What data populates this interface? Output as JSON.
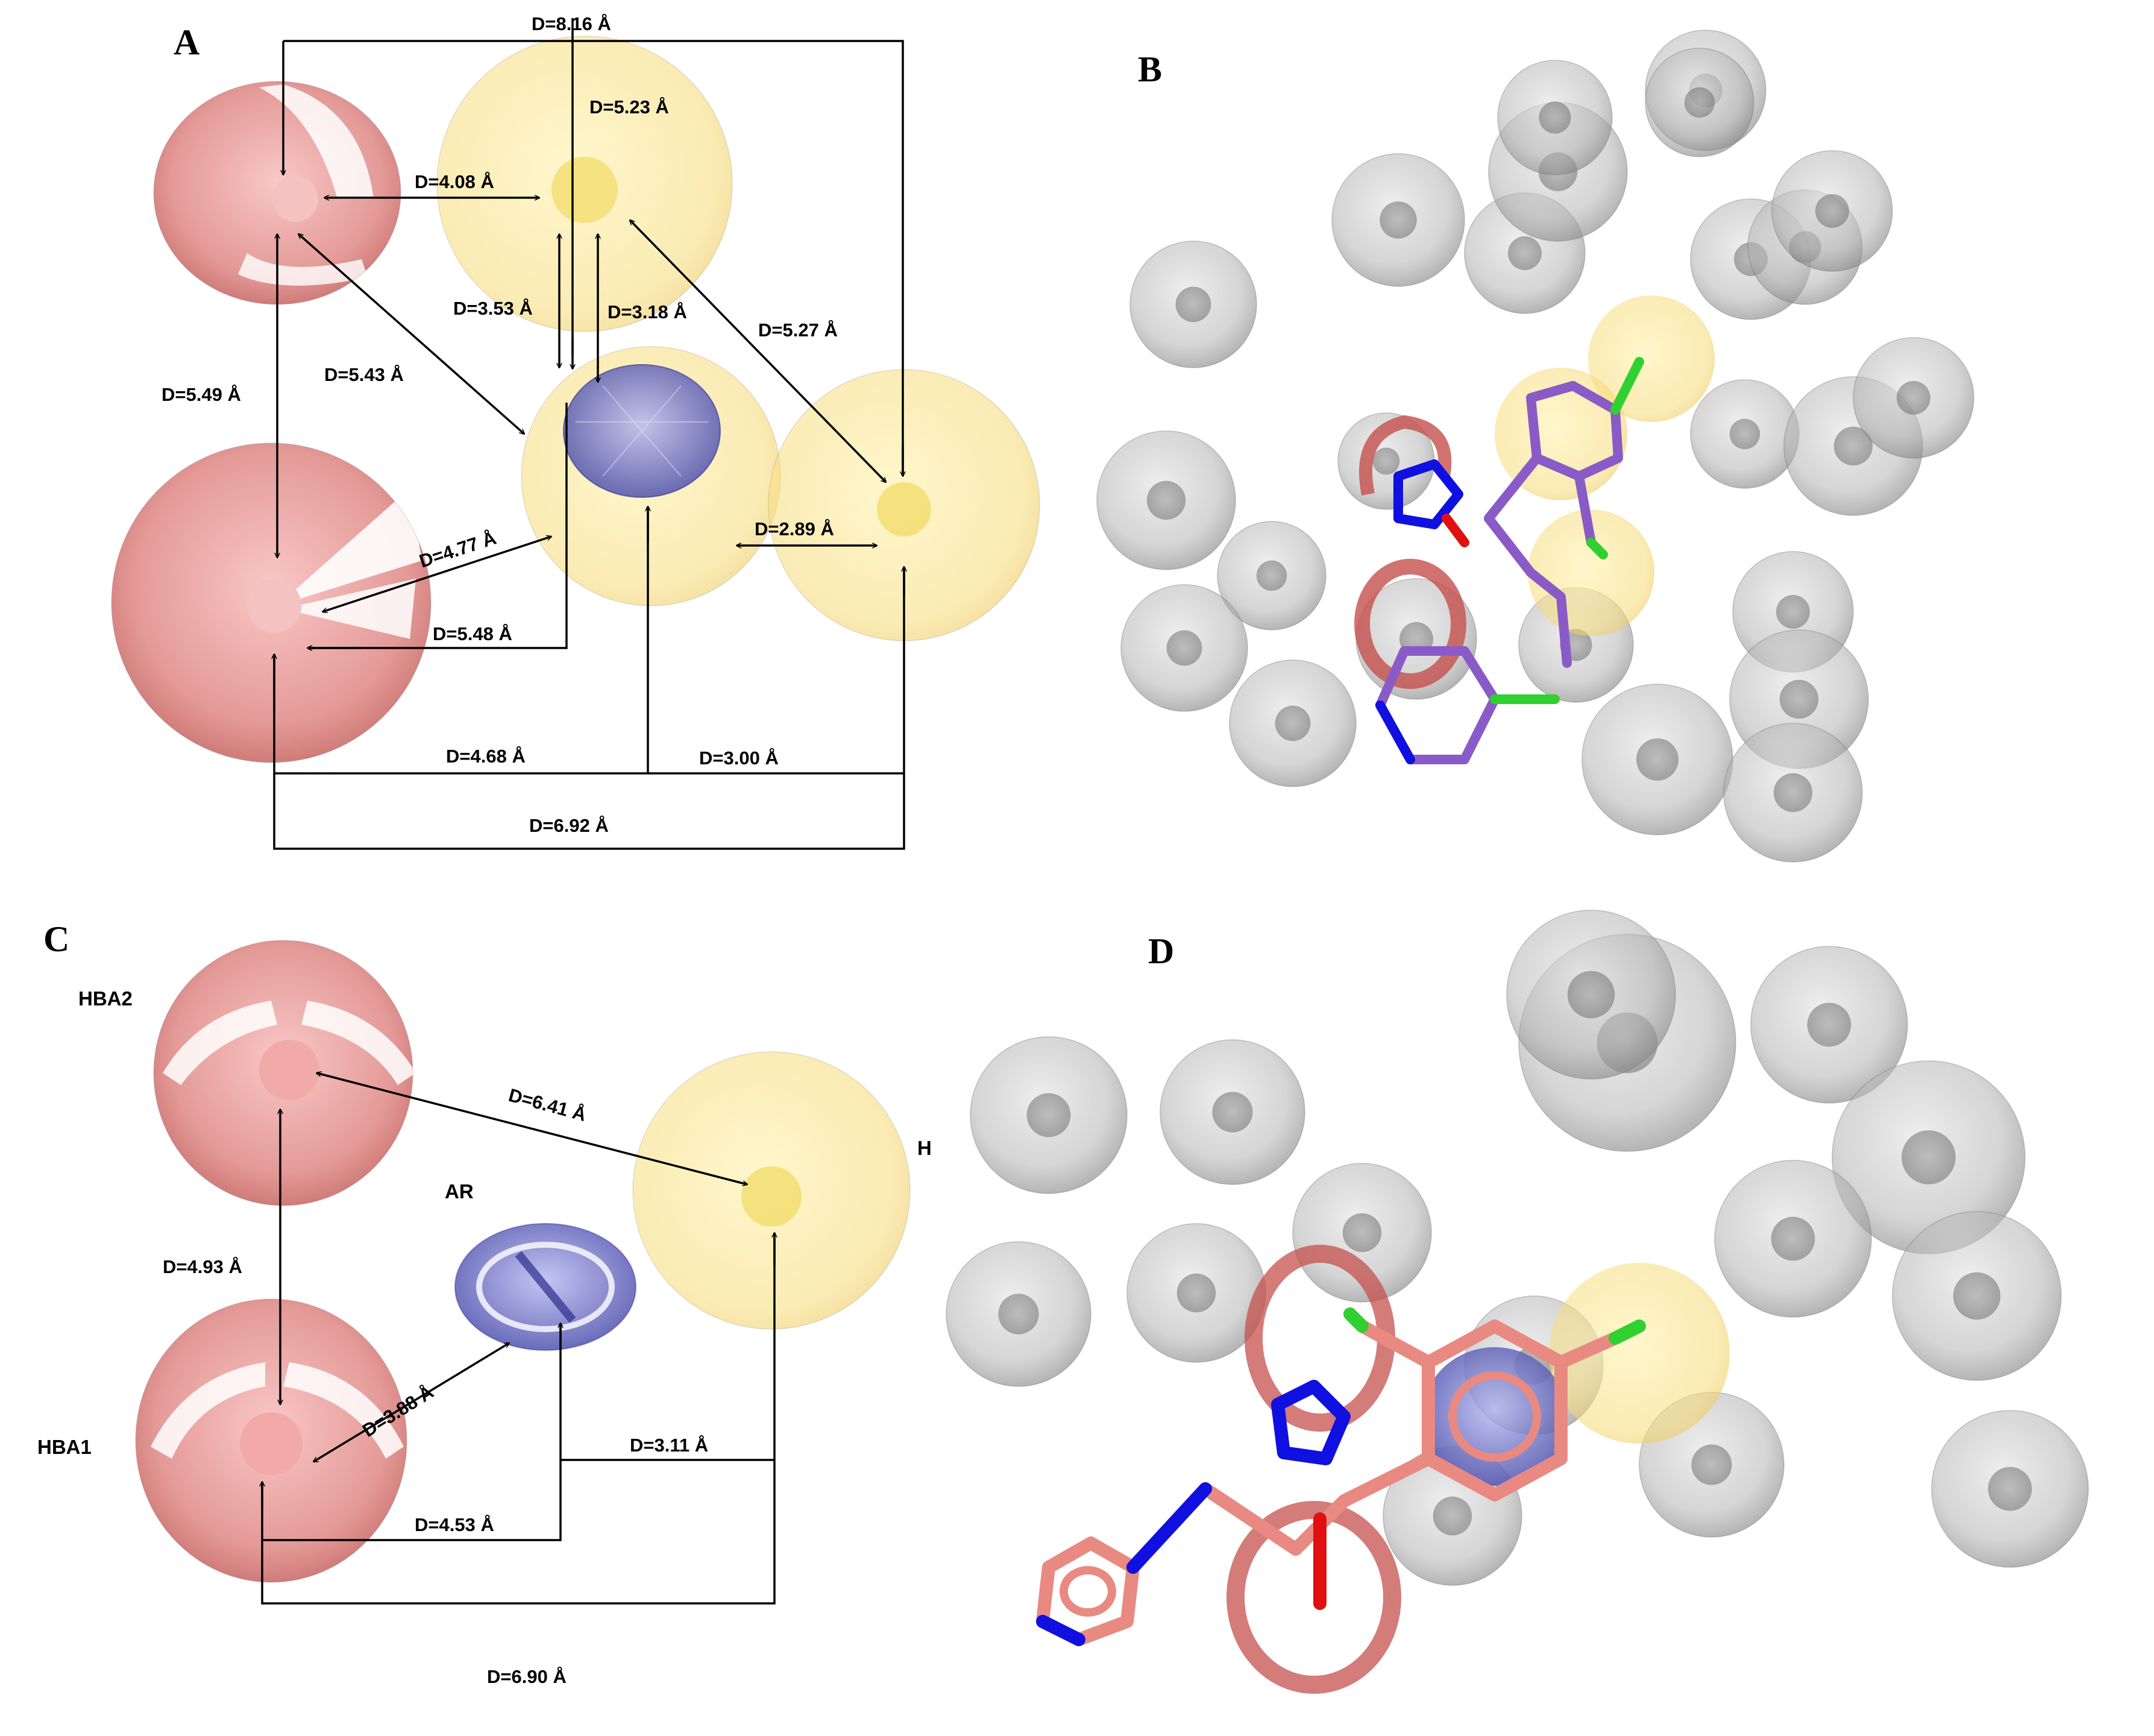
{
  "panels": {
    "a": {
      "label": "A"
    },
    "b": {
      "label": "B"
    },
    "c": {
      "label": "C"
    },
    "d": {
      "label": "D"
    }
  },
  "panel_a": {
    "distances": {
      "d_816": "D=8.16 Å",
      "d_523": "D=5.23 Å",
      "d_408": "D=4.08 Å",
      "d_353": "D=3.53 Å",
      "d_318": "D=3.18 Å",
      "d_527": "D=5.27 Å",
      "d_543": "D=5.43 Å",
      "d_549": "D=5.49 Å",
      "d_477": "D=4.77 Å",
      "d_289": "D=2.89 Å",
      "d_548": "D=5.48 Å",
      "d_468": "D=4.68 Å",
      "d_300": "D=3.00 Å",
      "d_692": "D=6.92 Å"
    }
  },
  "panel_c": {
    "features": {
      "hba2": "HBA2",
      "hba1": "HBA1",
      "ar": "AR",
      "h": "H"
    },
    "distances": {
      "d_641": "D=6.41 Å",
      "d_493": "D=4.93 Å",
      "d_388": "D=3.88 Å",
      "d_311": "D=3.11 Å",
      "d_453": "D=4.53 Å",
      "d_690": "D=6.90 Å"
    }
  },
  "colors": {
    "acceptor": "#d9534f",
    "hydrophobic": "#f5d66b",
    "aromatic": "#4a4fb0",
    "exclusion": "#9a9a9a",
    "ligand_b": "#8a5bc7",
    "ligand_d": "#e88a82",
    "nitrogen": "#1010e0",
    "oxygen": "#e01010",
    "halogen": "#2fd02f"
  }
}
